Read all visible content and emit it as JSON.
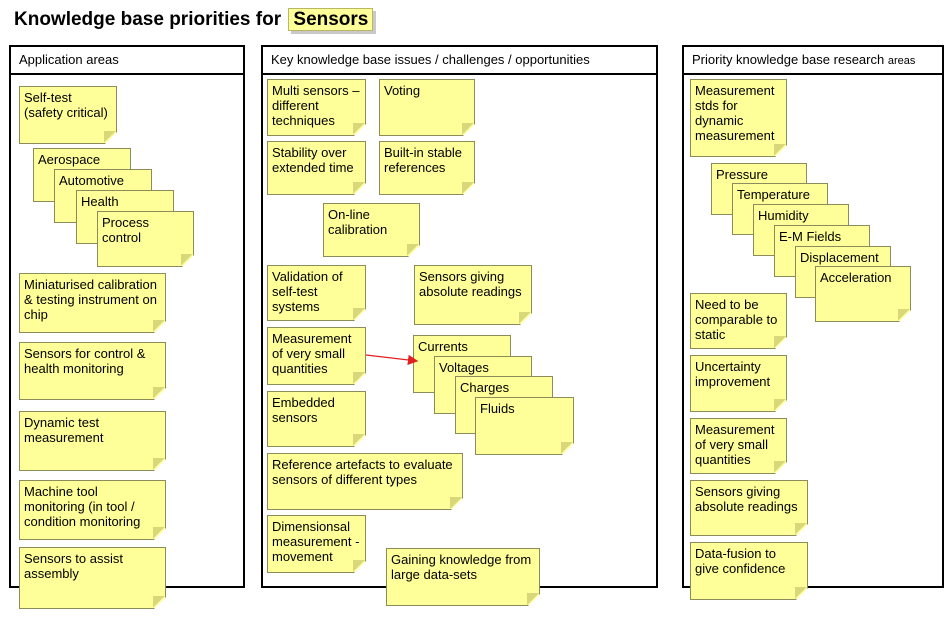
{
  "title": {
    "prefix": "Knowledge base priorities for",
    "subject": "Sensors"
  },
  "columns": {
    "application": {
      "header": "Application areas",
      "notes": {
        "self_test": "Self-test (safety critical)",
        "aerospace": "Aerospace",
        "automotive": "Automotive",
        "health": "Health",
        "process_control": "Process control",
        "miniaturised": "Miniaturised calibration & testing instrument on chip",
        "control_health": "Sensors for control & health monitoring",
        "dynamic_test": "Dynamic test measurement",
        "machine_tool": "Machine tool monitoring (in tool / condition monitoring",
        "assembly": "Sensors to assist assembly"
      }
    },
    "issues": {
      "header": "Key knowledge base issues / challenges / opportunities",
      "notes": {
        "multi_sensors": "Multi sensors – different techniques",
        "voting": "Voting",
        "stability": "Stability over extended time",
        "builtin": "Built-in stable references",
        "online": "On-line calibration",
        "validation": "Validation of self-test systems",
        "absolute": "Sensors giving absolute readings",
        "small_quantities": "Measurement of very small quantities",
        "currents": "Currents",
        "voltages": "Voltages",
        "charges": "Charges",
        "fluids": "Fluids",
        "embedded": "Embedded sensors",
        "artefacts": "Reference artefacts to evaluate sensors of different types",
        "dimensional": "Dimensionsal measurement - movement",
        "gaining": "Gaining knowledge from large data-sets"
      }
    },
    "research": {
      "header": "Priority knowledge base research",
      "header_small": "areas",
      "notes": {
        "stds": "Measurement stds for dynamic measurement",
        "pressure": "Pressure",
        "temperature": "Temperature",
        "humidity": "Humidity",
        "em_fields": "E-M Fields",
        "displacement": "Displacement",
        "acceleration": "Acceleration",
        "comparable": "Need to be comparable to static",
        "uncertainty": "Uncertainty improvement",
        "small_quantities": "Measurement of very small quantities",
        "absolute": "Sensors giving absolute readings",
        "data_fusion": "Data-fusion to give confidence"
      }
    }
  },
  "colors": {
    "note": "#ffff99",
    "arrow": "#e02020"
  }
}
